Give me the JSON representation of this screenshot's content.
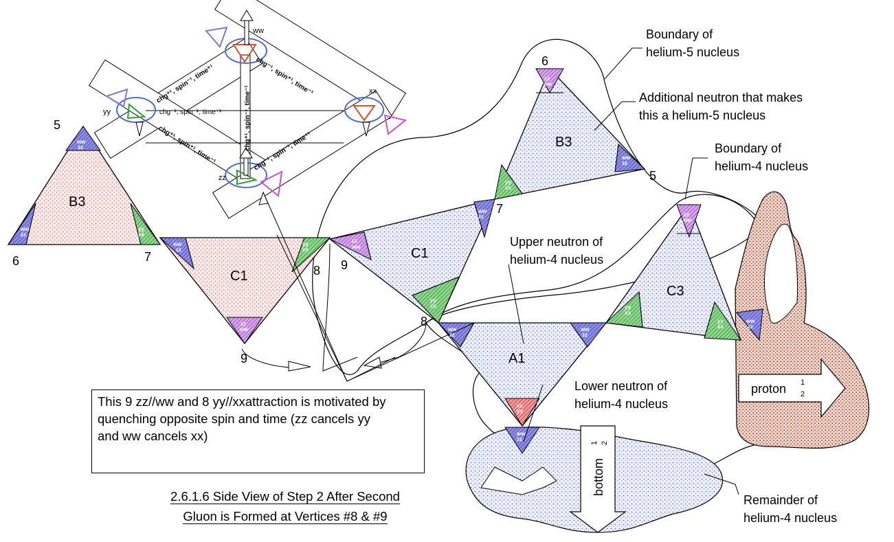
{
  "labels": {
    "vertex_5_left": "5",
    "vertex_6_left": "6",
    "vertex_7_left": "7",
    "vertex_8_mid": "8",
    "vertex_9_mid": "9",
    "vertex_9_right": "9",
    "vertex_7_right": "7",
    "vertex_6_right": "6",
    "vertex_5_right": "5",
    "vertex_8_right": "8",
    "tri_b3_left": "B3",
    "tri_c1_left": "C1",
    "tri_c1_right": "C1",
    "tri_b3_right": "B3",
    "tri_a1": "A1",
    "tri_c3": "C3"
  },
  "corner_codes": {
    "ww": "ww",
    "zz": "zz",
    "yy": "yy",
    "xx": "xx"
  },
  "inset": {
    "ww": "ww",
    "yy": "yy",
    "xx": "xx",
    "zz": "zz",
    "center_label": "chg⁻¹, spin⁻¹, time⁺¹",
    "strip_top_left": "chg⁺¹, spin⁻¹, time⁺¹",
    "strip_top_right": "chg⁻¹, spin⁺¹, time⁻¹",
    "strip_bottom_left": "chg⁺¹, spin⁺¹, time⁻¹",
    "strip_bottom_right": "chg⁻¹, spin⁻¹, time⁺¹",
    "strip_vertical": "chg⁺¹, spin⁻¹, time⁻¹"
  },
  "callouts": {
    "boundary_he5_line1": "Boundary of",
    "boundary_he5_line2": "helium-5 nucleus",
    "additional_line1": "Additional neutron that makes",
    "additional_line2": "this a helium-5 nucleus",
    "boundary_he4_line1": "Boundary of",
    "boundary_he4_line2": "helium-4 nucleus",
    "upper_line1": "Upper neutron of",
    "upper_line2": "helium-4 nucleus",
    "lower_line1": "Lower neutron of",
    "lower_line2": "helium-4 nucleus",
    "remainder_line1": "Remainder of",
    "remainder_line2": "helium-4 nucleus"
  },
  "arrows": {
    "proton": "proton",
    "bottom": "bottom",
    "half_num": "1",
    "half_den": "2"
  },
  "note": {
    "line1": "This 9 zz//ww and 8 yy//xxattraction is motivated by",
    "line2": "quenching opposite spin and time (zz cancels yy",
    "line3": "and ww cancels xx)"
  },
  "caption": {
    "line1": "2.6.1.6 Side View of Step 2 After Second",
    "line2": "Gluon is Formed at Vertices #8 & #9"
  },
  "colors": {
    "red_dots": "#e07a7a",
    "blue_dots": "#5a6fd0",
    "brown_dots": "#a0522d",
    "ww_zz_corner": "#6a6ad8",
    "yy_xx_corner": "#3aaa3a",
    "zz_ww_corner": "#b060d0",
    "xx_yy_corner": "#e04040"
  }
}
